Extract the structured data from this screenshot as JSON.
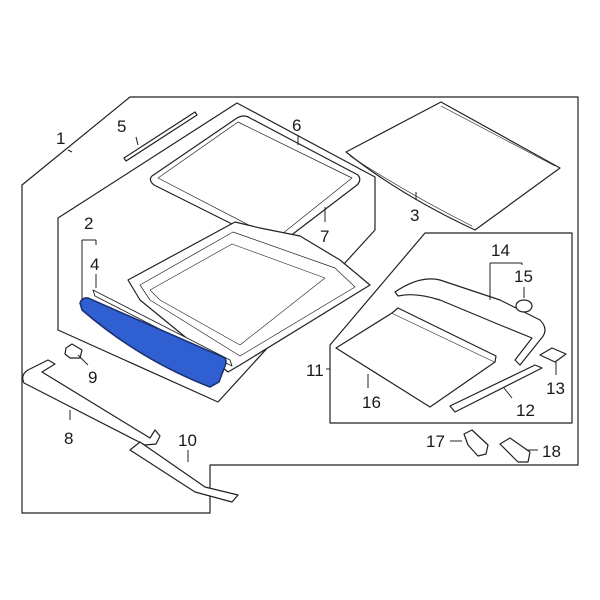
{
  "diagram": {
    "type": "exploded-parts-diagram",
    "subject": "Sunroof / roof panel assembly",
    "highlight_color": "#2f5fd0",
    "highlight_outline": "#1a2f6e",
    "highlighted_part": "4",
    "callouts": [
      {
        "id": "1",
        "label": "1"
      },
      {
        "id": "2",
        "label": "2"
      },
      {
        "id": "3",
        "label": "3"
      },
      {
        "id": "4",
        "label": "4"
      },
      {
        "id": "5",
        "label": "5"
      },
      {
        "id": "6",
        "label": "6"
      },
      {
        "id": "7",
        "label": "7"
      },
      {
        "id": "8",
        "label": "8"
      },
      {
        "id": "9",
        "label": "9"
      },
      {
        "id": "10",
        "label": "10"
      },
      {
        "id": "11",
        "label": "11"
      },
      {
        "id": "12",
        "label": "12"
      },
      {
        "id": "13",
        "label": "13"
      },
      {
        "id": "14",
        "label": "14"
      },
      {
        "id": "15",
        "label": "15"
      },
      {
        "id": "16",
        "label": "16"
      },
      {
        "id": "17",
        "label": "17"
      },
      {
        "id": "18",
        "label": "18"
      }
    ]
  }
}
